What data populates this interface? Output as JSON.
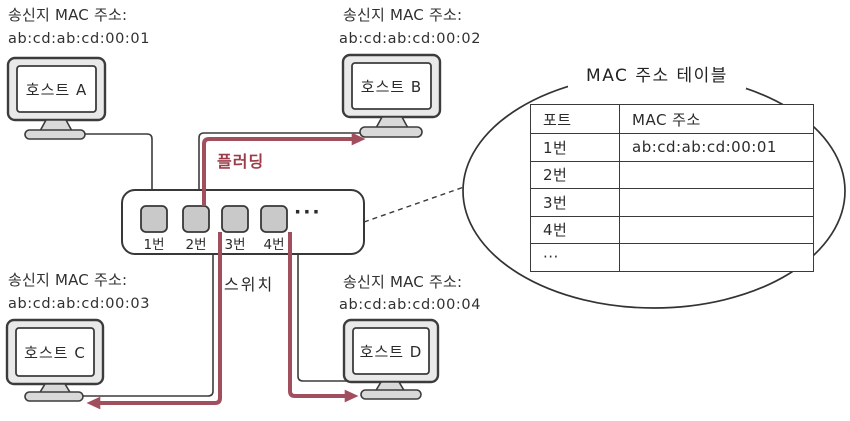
{
  "colors": {
    "arrow_red": "#a14f5e",
    "mac_red": "#93333e",
    "outline": "#3c3c3c",
    "port_gray": "#c9c9c9"
  },
  "hosts": {
    "a": {
      "label": "호스트 A",
      "src_line": "송신지 MAC 주소:",
      "mac": "ab:cd:ab:cd:00:01"
    },
    "b": {
      "label": "호스트 B",
      "src_line": "송신지 MAC 주소:",
      "mac": "ab:cd:ab:cd:00:02"
    },
    "c": {
      "label": "호스트 C",
      "src_line": "송신지 MAC 주소:",
      "mac": "ab:cd:ab:cd:00:03"
    },
    "d": {
      "label": "호스트 D",
      "src_line": "송신지 MAC 주소:",
      "mac": "ab:cd:ab:cd:00:04"
    }
  },
  "switch": {
    "label": "스위치",
    "flooding_label": "플러딩",
    "ports": [
      "1번",
      "2번",
      "3번",
      "4번"
    ],
    "ellipsis": "···"
  },
  "mac_table": {
    "bubble_title": "MAC 주소 테이블",
    "headers": [
      "포트",
      "MAC 주소"
    ],
    "rows": [
      {
        "port": "1번",
        "mac": "ab:cd:ab:cd:00:01"
      },
      {
        "port": "2번",
        "mac": ""
      },
      {
        "port": "3번",
        "mac": ""
      },
      {
        "port": "4번",
        "mac": ""
      },
      {
        "port": "···",
        "mac": ""
      }
    ]
  }
}
